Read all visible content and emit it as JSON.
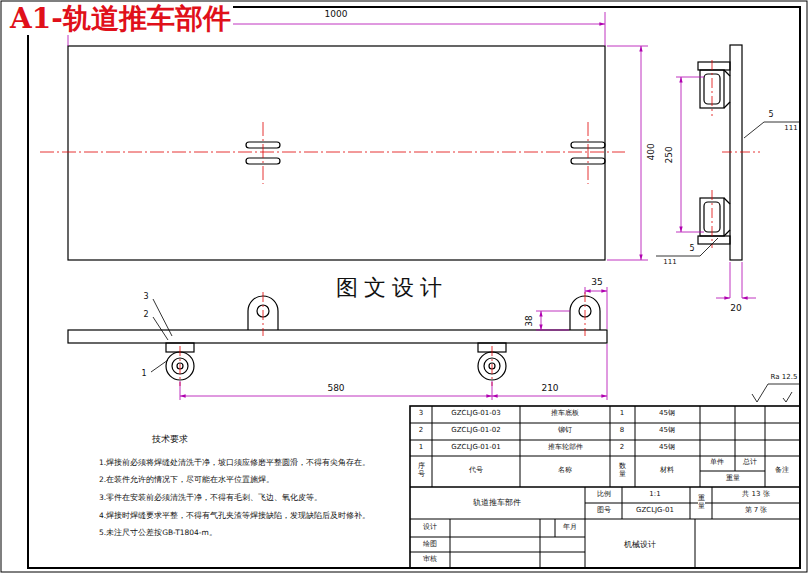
{
  "diagram": {
    "title": "A1-轨道推车部件",
    "labels": [
      "1000",
      "400",
      "250",
      "20",
      "5",
      "111",
      "5",
      "111",
      "35",
      "38",
      "580",
      "210",
      "3",
      "2",
      "1",
      "图文设计",
      "Ra 12.5",
      "技术要求",
      "1.焊接前必须将焊缝处清洗干净，坡口须应修磨平整圆滑，不得有尖角存在。",
      "2.在装件允许的情况下，尽可能在水平位置施焊。",
      "3.零件在安装前必须清洗干净，不得有毛刺、飞边、氧化皮等。",
      "4.焊接时焊缝要求平整，不得有气孔夹渣等焊接缺陷，发现缺陷后及时修补。",
      "5.未注尺寸公差按GB-T1804-m。",
      "3",
      "GZCLJG-01-03",
      "推车底板",
      "1",
      "45钢",
      "2",
      "GZCLJG-01-02",
      "铆钉",
      "8",
      "45钢",
      "1",
      "GZCLJG-01-01",
      "推车轮部件",
      "2",
      "45钢",
      "序号",
      "代号",
      "名称",
      "数量",
      "材料",
      "单件",
      "总计",
      "重量",
      "备注",
      "轨道推车部件",
      "比例",
      "1:1",
      "重量",
      "共 13 张",
      "图号",
      "GZCLJG-01",
      "第 7 张",
      "设计",
      "年月",
      "绘图",
      "审核",
      "机械设计"
    ]
  }
}
